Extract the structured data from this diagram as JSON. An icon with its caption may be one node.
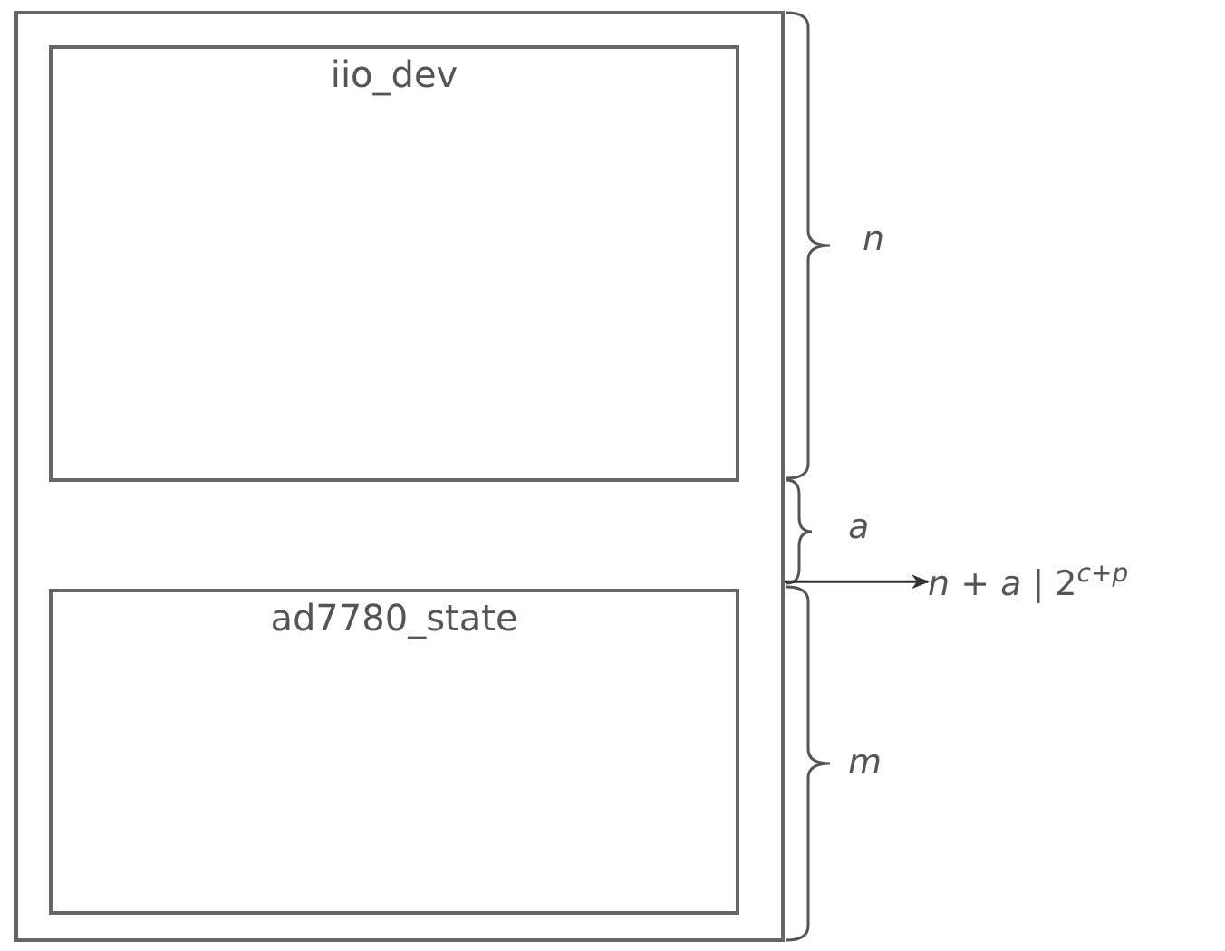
{
  "diagram": {
    "nodes": [
      {
        "text": [],
        "shape": "box"
      },
      {
        "text": [
          "iio_dev"
        ],
        "in": 0
      },
      {
        "text": [
          "ad7780_state"
        ],
        "in": 0
      },
      {
        "text": [
          "*n* + *a*  |  2$^{c+p}$"
        ]
      }
    ],
    "edges": [
      {
        "from": 0,
        "to": 3,
        "arrow": "to"
      }
    ],
    "labels": [
      "n",
      "a",
      "m"
    ]
  }
}
